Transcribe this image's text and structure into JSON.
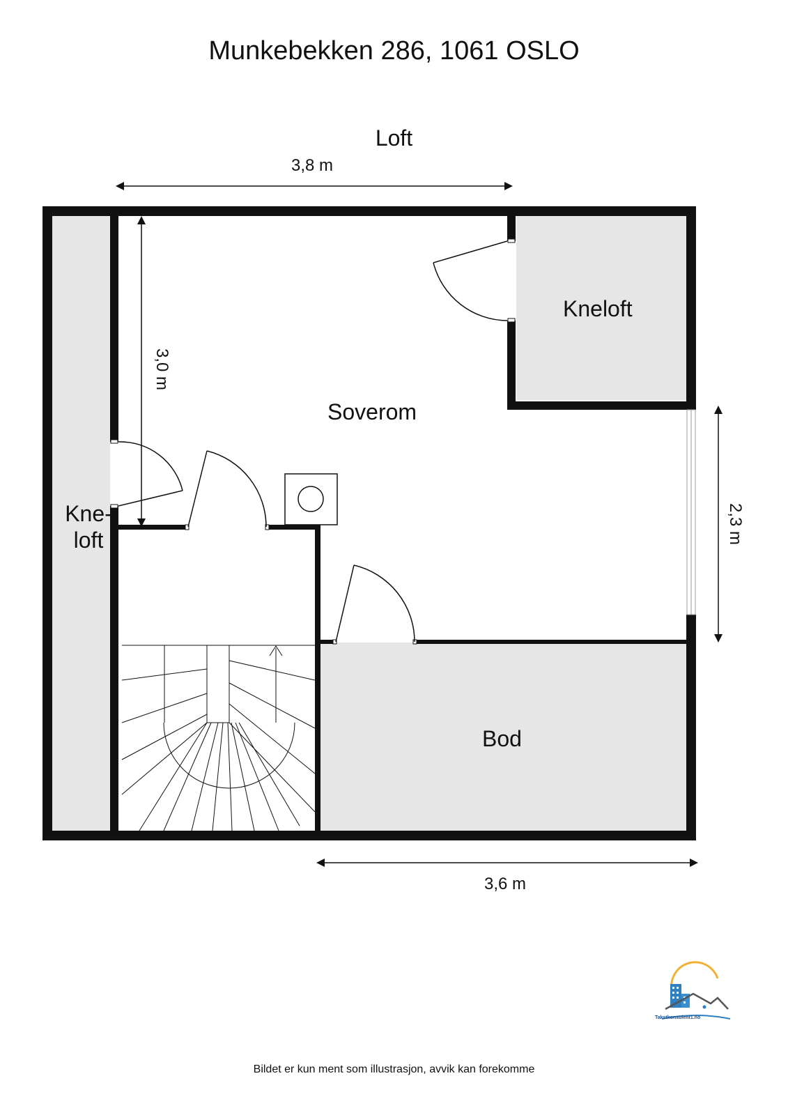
{
  "header": {
    "address": "Munkebekken 286, 1061 OSLO",
    "floor": "Loft"
  },
  "dimensions": {
    "top": "3,8 m",
    "left": "3,0 m",
    "right": "2,3 m",
    "bottom": "3,6 m"
  },
  "rooms": {
    "soverom": "Soverom",
    "kneloft_right": "Kneloft",
    "kneloft_left_line1": "Kne-",
    "kneloft_left_line2": "loft",
    "bod": "Bod"
  },
  "footer": {
    "disclaimer": "Bildet er kun ment som illustrasjon, avvik kan forekomme"
  },
  "logo": {
    "text": "Takstkonsulent1.no",
    "colors": {
      "building": "#2f7fc1",
      "sun": "#f2b134",
      "roof": "#555555"
    }
  },
  "colors": {
    "wall": "#111111",
    "unheated_area": "#e6e6e6",
    "background": "#ffffff"
  }
}
